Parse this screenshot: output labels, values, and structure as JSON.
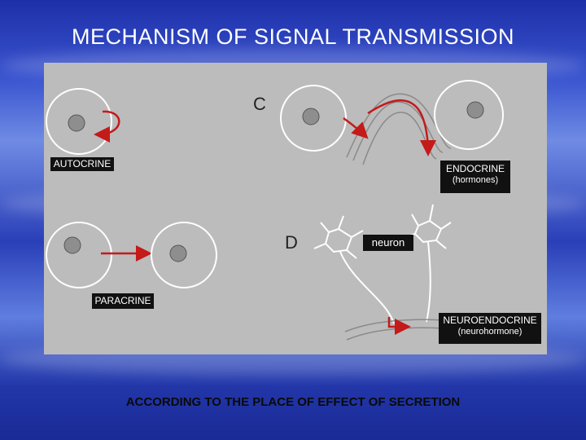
{
  "title": "MECHANISM OF SIGNAL TRANSMISSION",
  "labels": {
    "autocrine": "AUTOCRINE",
    "endocrine": "ENDOCRINE",
    "endocrine_sub": "(hormones)",
    "paracrine": "PARACRINE",
    "neuron": "neuron",
    "neuroendocrine": "NEUROENDOCRINE",
    "neuroendocrine_sub": "(neurohormone)"
  },
  "panel_letters": {
    "c": "C",
    "d": "D"
  },
  "footer": "ACCORDING TO THE PLACE OF EFFECT OF SECRETION",
  "colors": {
    "arrow": "#c41a1a",
    "panel": "#bcbcbc",
    "label_bg": "#111111",
    "cell_line": "#ffffff"
  }
}
